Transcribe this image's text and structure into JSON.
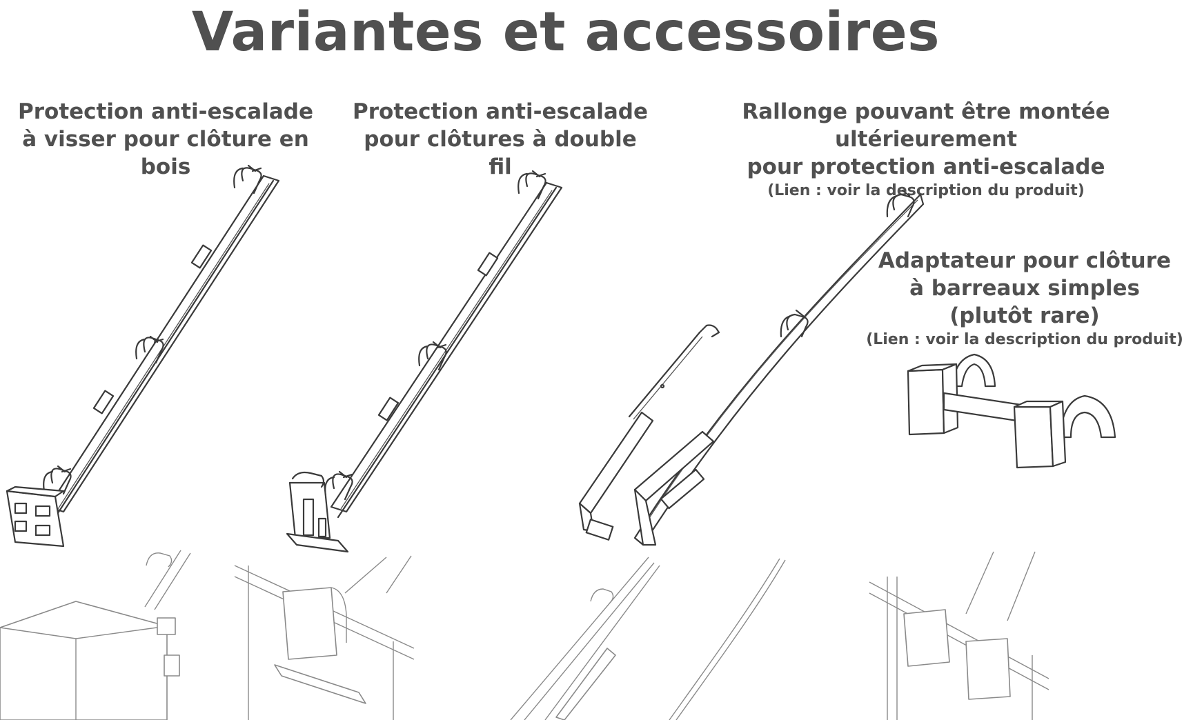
{
  "page": {
    "title": "Variantes et accessoires"
  },
  "captions": {
    "wood": {
      "line1": "Protection anti-escalade",
      "line2": "à visser pour clôture en bois"
    },
    "double_wire": {
      "line1": "Protection anti-escalade",
      "line2": "pour clôtures à double fil"
    },
    "extension": {
      "line1": "Rallonge pouvant être montée ultérieurement",
      "line2": "pour protection anti-escalade",
      "note": "(Lien : voir la description du produit)"
    },
    "adapter": {
      "line1": "Adaptateur pour clôture",
      "line2": "à barreaux simples",
      "line3": "(plutôt rare)",
      "note": "(Lien : voir la description du produit)"
    }
  }
}
